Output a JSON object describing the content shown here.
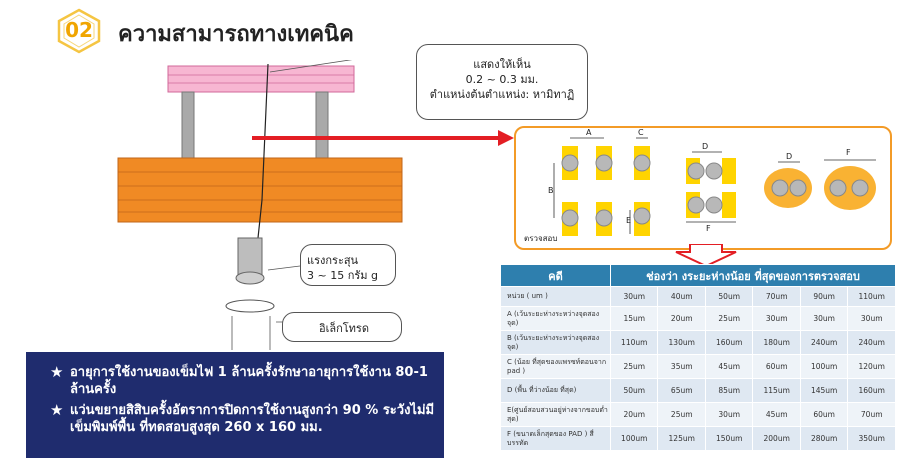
{
  "header": {
    "badge_number": "02",
    "title": "ความสามารถทางเทคนิค"
  },
  "diagram": {
    "callout_top": {
      "line1": "แสดงให้เห็น",
      "line2": "0.2 ~ 0.3 มม.",
      "line3": "ตำแหน่งต้นตำแหน่ง: หามิทาฏิ"
    },
    "callout_force": {
      "line1": "แรงกระสุน",
      "line2": "3 ~ 15 กรัม",
      "line3": "g"
    },
    "callout_plate": {
      "label": "อิเล็กโทรด"
    },
    "inspect_label": "ตรวจสอบ",
    "letters": {
      "a": "A",
      "b": "B",
      "c": "C",
      "d": "D",
      "e": "E",
      "f": "F",
      "d2": "D",
      "f2": "F"
    }
  },
  "table": {
    "headers": [
      "คดี",
      "ช่องว่า งระยะห่างน้อย ที่สุดของการตรวจสอบ"
    ],
    "rows": [
      {
        "label": "หน่วย ( um )",
        "values": [
          "30um",
          "40um",
          "50um",
          "70um",
          "90um",
          "110um"
        ]
      },
      {
        "label": "A (เว้นระยะห่างระหว่างจุดสองจุด)",
        "values": [
          "15um",
          "20um",
          "25um",
          "30um",
          "30um",
          "30um"
        ]
      },
      {
        "label": "B (เว้นระยะห่างระหว่างจุดสองจุด)",
        "values": [
          "110um",
          "130um",
          "160um",
          "180um",
          "240um",
          "240um"
        ]
      },
      {
        "label": "C (น้อย ที่สุดของแพรซท์ตอนจาก pad )",
        "values": [
          "25um",
          "35um",
          "45um",
          "60um",
          "100um",
          "120um"
        ]
      },
      {
        "label": "D (พื้น ที่ว่างน้อย ที่สุด)",
        "values": [
          "50um",
          "65um",
          "85um",
          "115um",
          "145um",
          "160um"
        ]
      },
      {
        "label": "E(ศูนย์สอบสวนอยู่ห่างจากขอบต่ำสุด)",
        "values": [
          "20um",
          "25um",
          "30um",
          "45um",
          "60um",
          "70um"
        ]
      },
      {
        "label": "F (ขนาดเล็กสุดของ PAD ) สี่บรรทัด",
        "values": [
          "100um",
          "125um",
          "150um",
          "200um",
          "280um",
          "350um"
        ]
      }
    ]
  },
  "notes": [
    {
      "star": "★",
      "text": "อายุการใช้งานของเข็มไฟ 1 ล้านครั้งรักษาอายุการใช้งาน 80-1 ล้านครั้ง"
    },
    {
      "star": "★",
      "text": "แว่นขยายสิสิบครั้งอัตราการปิดการใช้งานสูงกว่า 90 % ระวังไม่มีเข็มพิมพ์พื้น ที่ทดสอบสูงสุด 260 x 160 มม."
    }
  ],
  "colors": {
    "accent_orange": "#f39b27",
    "badge_gold": "#f0a500",
    "table_header": "#2e7fae",
    "notes_bg": "#1f2c6e",
    "pink_board": "#f7b6d2",
    "orange_board": "#f08a24",
    "pad_yellow": "#ffd400",
    "pad_gray": "#b8b8b8",
    "arrow_red": "#e31e24"
  }
}
